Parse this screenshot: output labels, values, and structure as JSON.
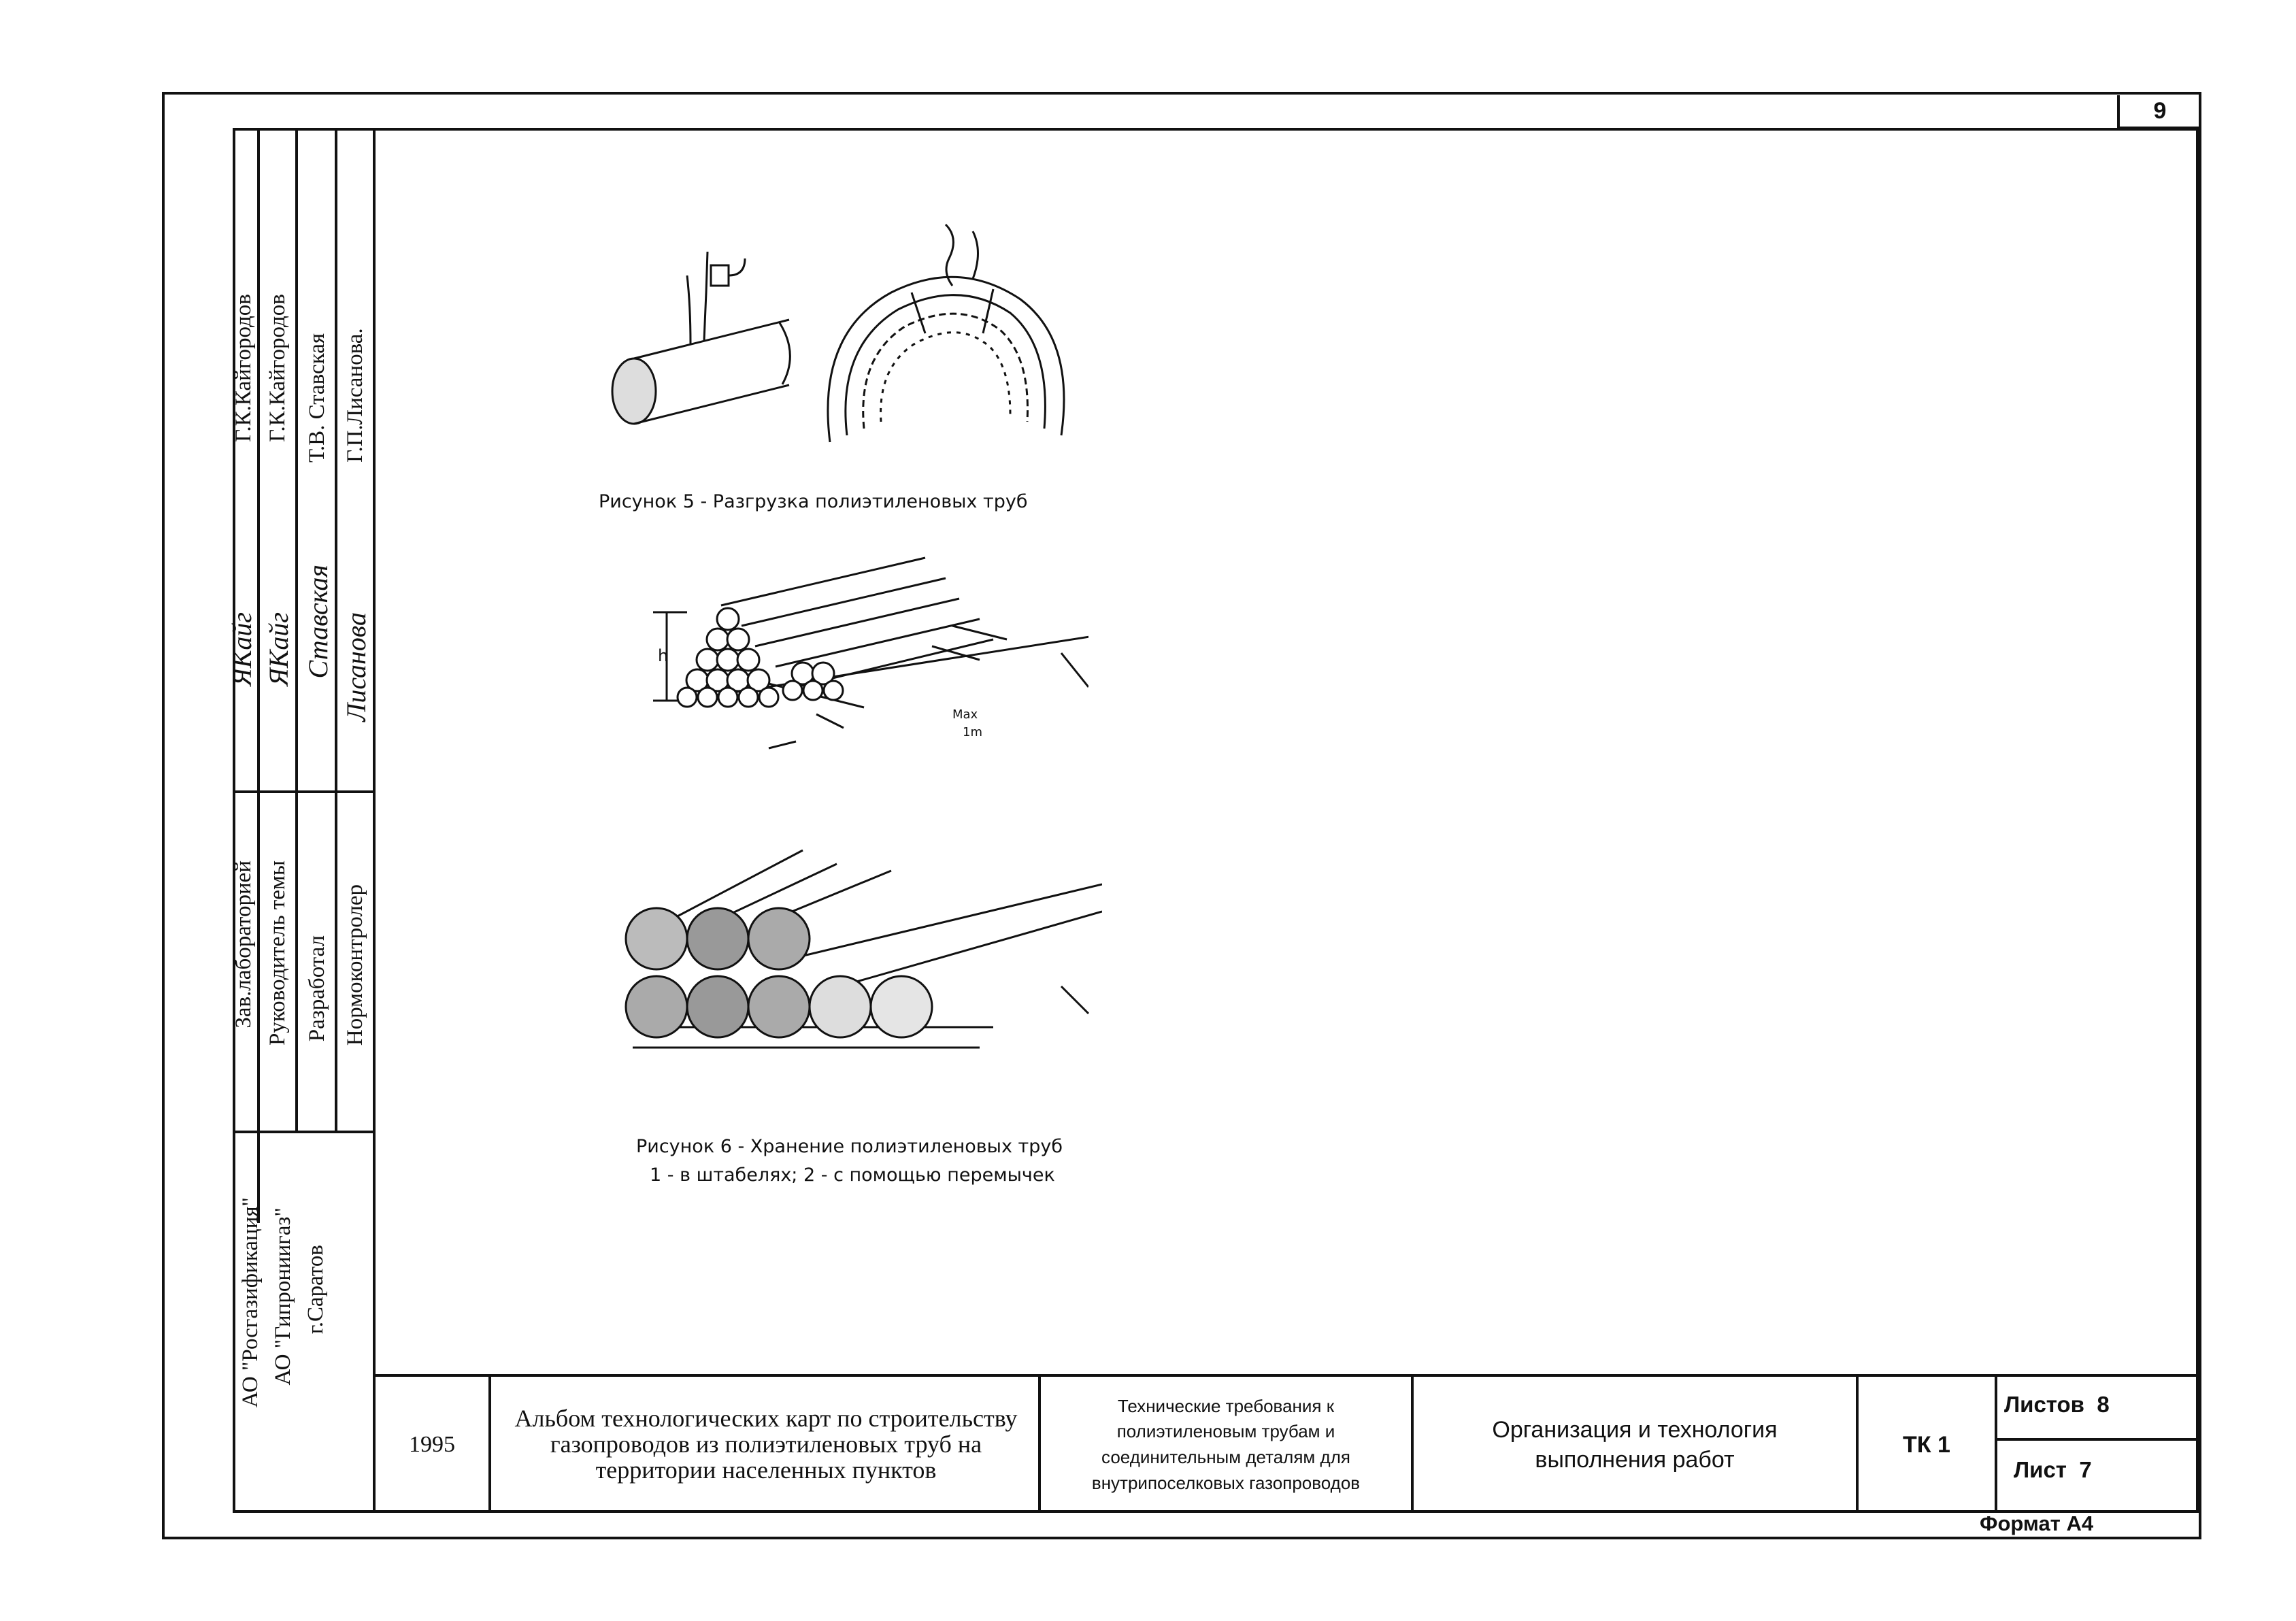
{
  "page_number": "9",
  "staff": [
    {
      "role": "Зав.лабораторией",
      "name": "Г.К.Кайгородов",
      "signature": "ЯКайг"
    },
    {
      "role": "Руководитель темы",
      "name": "Г.К.Кайгородов",
      "signature": "ЯКайг"
    },
    {
      "role": "Разработал",
      "name": "Т.В. Ставская",
      "signature": "Ставская"
    },
    {
      "role": "Нормоконтролер",
      "name": "Г.П.Лисанова.",
      "signature": "Лисанова"
    }
  ],
  "organization": {
    "line1": "АО \"Росгазификация\"",
    "line2": "АО \"Гипрониигаз\"",
    "line3": "г.Саратов"
  },
  "figure5": {
    "caption": "Рисунок 5 - Разгрузка полиэтиленовых труб"
  },
  "figure6": {
    "caption_line1": "Рисунок 6 - Хранение полиэтиленовых труб",
    "caption_line2": "1 - в штабелях; 2 - с помощью перемычек",
    "label_h": "h",
    "label_max": "Max",
    "label_1m": "1m"
  },
  "title_block": {
    "year": "1995",
    "album": "Альбом технологических карт по строительству газопроводов из полиэтиленовых труб на территории населенных пунктов",
    "requirements": "Технические требования к полиэтиленовым трубам и соединительным деталям для внутрипоселковых газопроводов",
    "section": "Организация и технология выполнения работ",
    "code": "ТК 1",
    "sheets_label": "Листов",
    "sheets_value": "8",
    "sheet_label": "Лист",
    "sheet_value": "7"
  },
  "format": "Формат А4"
}
